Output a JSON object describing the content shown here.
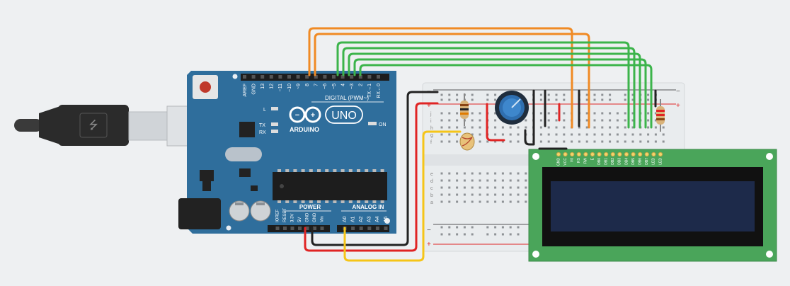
{
  "arduino": {
    "brand": "ARDUINO",
    "model": "UNO",
    "digital_header": "DIGITAL (PWM~)",
    "digital_pins": [
      "AREF",
      "GND",
      "13",
      "12",
      "~11",
      "~10",
      "~9",
      "8",
      "7",
      "~6",
      "~5",
      "4",
      "~3",
      "2",
      "TX→1",
      "RX←0"
    ],
    "power_header": "POWER",
    "power_pins": [
      "IOREF",
      "RESET",
      "3.3V",
      "5V",
      "GND",
      "GND",
      "Vin"
    ],
    "analog_header": "ANALOG IN",
    "analog_pins": [
      "A0",
      "A1",
      "A2",
      "A3",
      "A4",
      "A5"
    ],
    "led_l": "L",
    "led_tx": "TX",
    "led_rx": "RX",
    "led_on": "ON",
    "board_color": "#2f6e9c"
  },
  "breadboard": {
    "row_letters_top": [
      "j",
      "i",
      "h",
      "g",
      "f"
    ],
    "row_letters_bottom": [
      "e",
      "d",
      "c",
      "b",
      "a"
    ],
    "plus_label": "+",
    "minus_label": "−"
  },
  "lcd": {
    "pin_labels": [
      "GND",
      "VCC",
      "V0",
      "RS",
      "RW",
      "E",
      "DB0",
      "DB1",
      "DB2",
      "DB3",
      "DB4",
      "DB5",
      "DB6",
      "DB7",
      "LED",
      "LED"
    ],
    "pcb_color": "#4aa55a",
    "screen_color": "#1d2a4a"
  },
  "wires": {
    "orange": "#f08a24",
    "green": "#3cb44b",
    "red": "#e02424",
    "black": "#222222",
    "yellow": "#f5c518"
  }
}
